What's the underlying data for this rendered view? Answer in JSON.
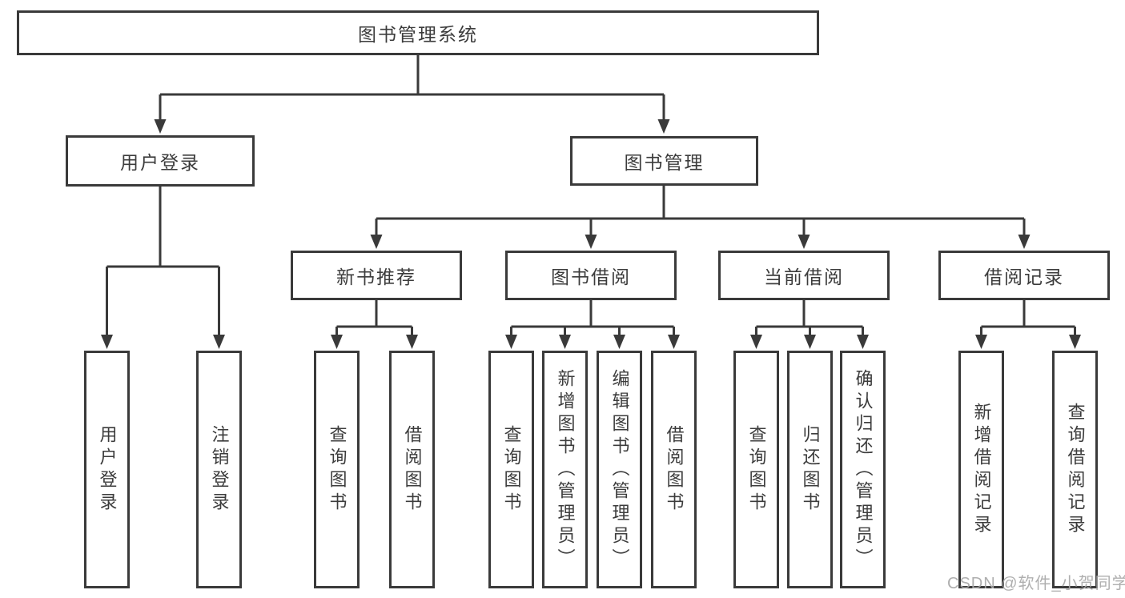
{
  "diagram": {
    "root": {
      "label": "图书管理系统"
    },
    "branches": [
      {
        "label": "用户登录",
        "children": [
          "用户登录",
          "注销登录"
        ]
      },
      {
        "label": "图书管理",
        "modules": [
          {
            "label": "新书推荐",
            "children": [
              "查询图书",
              "借阅图书"
            ]
          },
          {
            "label": "图书借阅",
            "children": [
              "查询图书",
              "新增图书（管理员）",
              "编辑图书（管理员）",
              "借阅图书"
            ]
          },
          {
            "label": "当前借阅",
            "children": [
              "查询图书",
              "归还图书",
              "确认归还（管理员）"
            ]
          },
          {
            "label": "借阅记录",
            "children": [
              "新增借阅记录",
              "查询借阅记录"
            ]
          }
        ]
      }
    ]
  },
  "watermark": {
    "text": "CSDN @软件_小贺同学"
  },
  "colors": {
    "line": "#3a3a3a",
    "text": "#3c3c3c",
    "box_border": "#3a3a3a",
    "box_background": "#ffffff",
    "page_background": "#ffffff",
    "watermark": "#a8a8a8"
  }
}
